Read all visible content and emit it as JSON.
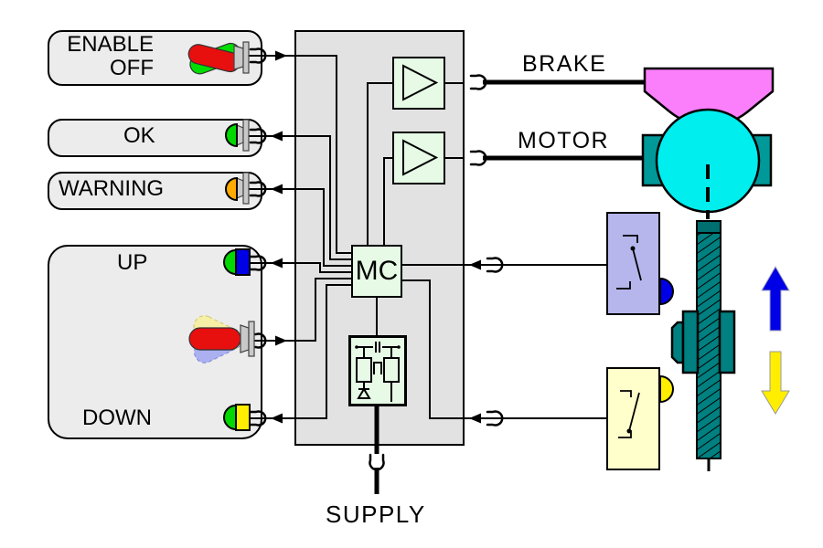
{
  "labels": {
    "enable": "ENABLE",
    "off": "OFF",
    "ok": "OK",
    "warning": "WARNING",
    "up": "UP",
    "down": "DOWN",
    "mc": "MC",
    "brake": "BRAKE",
    "motor": "MOTOR",
    "supply": "SUPPLY"
  },
  "colors": {
    "panel_bg": "#ececec",
    "control_box_bg": "#e2e2e2",
    "module_bg": "#e6fae6",
    "brake_shoe": "#fb7efb",
    "motor_body": "#00eeee",
    "motor_mount": "#009999",
    "lead_screw": "#008080",
    "upper_limit_switch_bg": "#b6b6ec",
    "upper_limit_switch_button": "#0000e6",
    "lower_limit_switch_bg": "#ffffcb",
    "lower_limit_switch_button": "#ffee00",
    "lamp_ok": "#00d800",
    "lamp_warning": "#ffaa00",
    "lamp_up_button": "#0000e6",
    "lamp_down_button": "#ffee00",
    "lever_enable": "#00dd00",
    "lever_off_and_joystick": "#e80f0f",
    "arrow_up": "#0000e6",
    "arrow_down": "#ffee00"
  }
}
